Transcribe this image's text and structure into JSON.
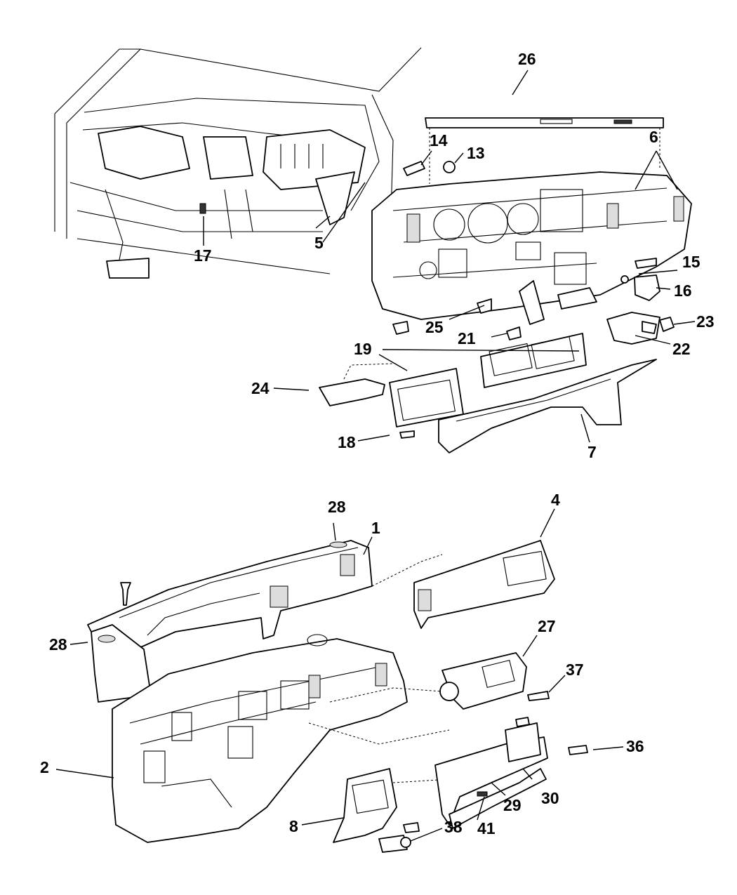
{
  "callouts": {
    "c1": "1",
    "c2": "2",
    "c4": "4",
    "c5": "5",
    "c6": "6",
    "c7": "7",
    "c8": "8",
    "c13": "13",
    "c14": "14",
    "c15": "15",
    "c16": "16",
    "c17": "17",
    "c18": "18",
    "c19": "19",
    "c21": "21",
    "c22": "22",
    "c23": "23",
    "c24": "24",
    "c25": "25",
    "c26": "26",
    "c27": "27",
    "c28a": "28",
    "c28b": "28",
    "c29": "29",
    "c30": "30",
    "c36": "36",
    "c37": "37",
    "c38": "38",
    "c41": "41"
  }
}
